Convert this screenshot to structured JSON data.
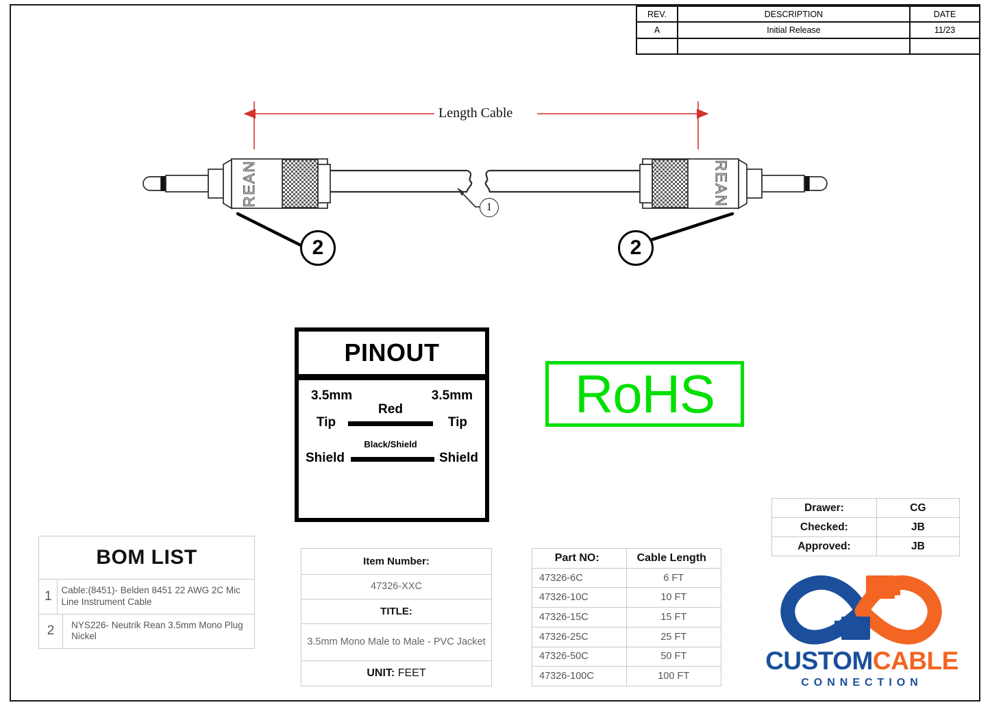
{
  "revision_table": {
    "headers": [
      "REV.",
      "DESCRIPTION",
      "DATE"
    ],
    "rows": [
      {
        "rev": "A",
        "description": "Initial Release",
        "date": "11/23"
      },
      {
        "rev": "",
        "description": "",
        "date": ""
      }
    ]
  },
  "drawing": {
    "dimension_label": "Length Cable",
    "balloon_cable": "1",
    "balloon_connector_left": "2",
    "balloon_connector_right": "2",
    "connector_brand": "REAN"
  },
  "pinout": {
    "title": "PINOUT",
    "left_connector": "3.5mm",
    "right_connector": "3.5mm",
    "rows": [
      {
        "left": "Tip",
        "wire": "Red",
        "right": "Tip"
      },
      {
        "left": "Shield",
        "wire": "Black/Shield",
        "right": "Shield"
      }
    ]
  },
  "rohs": {
    "label": "RoHS",
    "color": "#00e000"
  },
  "bom": {
    "title": "BOM LIST",
    "items": [
      {
        "num": "1",
        "description": "Cable:(8451)- Belden 8451 22 AWG 2C Mic Line Instrument Cable"
      },
      {
        "num": "2",
        "description": "NYS226- Neutrik Rean  3.5mm Mono Plug Nickel"
      }
    ]
  },
  "item_block": {
    "item_number_label": "Item Number:",
    "item_number_value": "47326-XXC",
    "title_label": "TITLE:",
    "title_value": "3.5mm Mono Male to Male - PVC Jacket",
    "unit_label": "UNIT:",
    "unit_value": "FEET"
  },
  "part_table": {
    "headers": [
      "Part NO:",
      "Cable Length"
    ],
    "rows": [
      {
        "part_no": "47326-6C",
        "length": "6 FT"
      },
      {
        "part_no": "47326-10C",
        "length": "10 FT"
      },
      {
        "part_no": "47326-15C",
        "length": "15 FT"
      },
      {
        "part_no": "47326-25C",
        "length": "25 FT"
      },
      {
        "part_no": "47326-50C",
        "length": "50 FT"
      },
      {
        "part_no": "47326-100C",
        "length": "100 FT"
      }
    ]
  },
  "approvals": {
    "rows": [
      {
        "key": "Drawer:",
        "value": "CG"
      },
      {
        "key": "Checked:",
        "value": "JB"
      },
      {
        "key": "Approved:",
        "value": "JB"
      }
    ]
  },
  "logo": {
    "word_custom": "CUSTOM",
    "word_cable": "CABLE",
    "tagline": "CONNECTION",
    "blue": "#1b4f9c",
    "orange": "#f26522"
  }
}
